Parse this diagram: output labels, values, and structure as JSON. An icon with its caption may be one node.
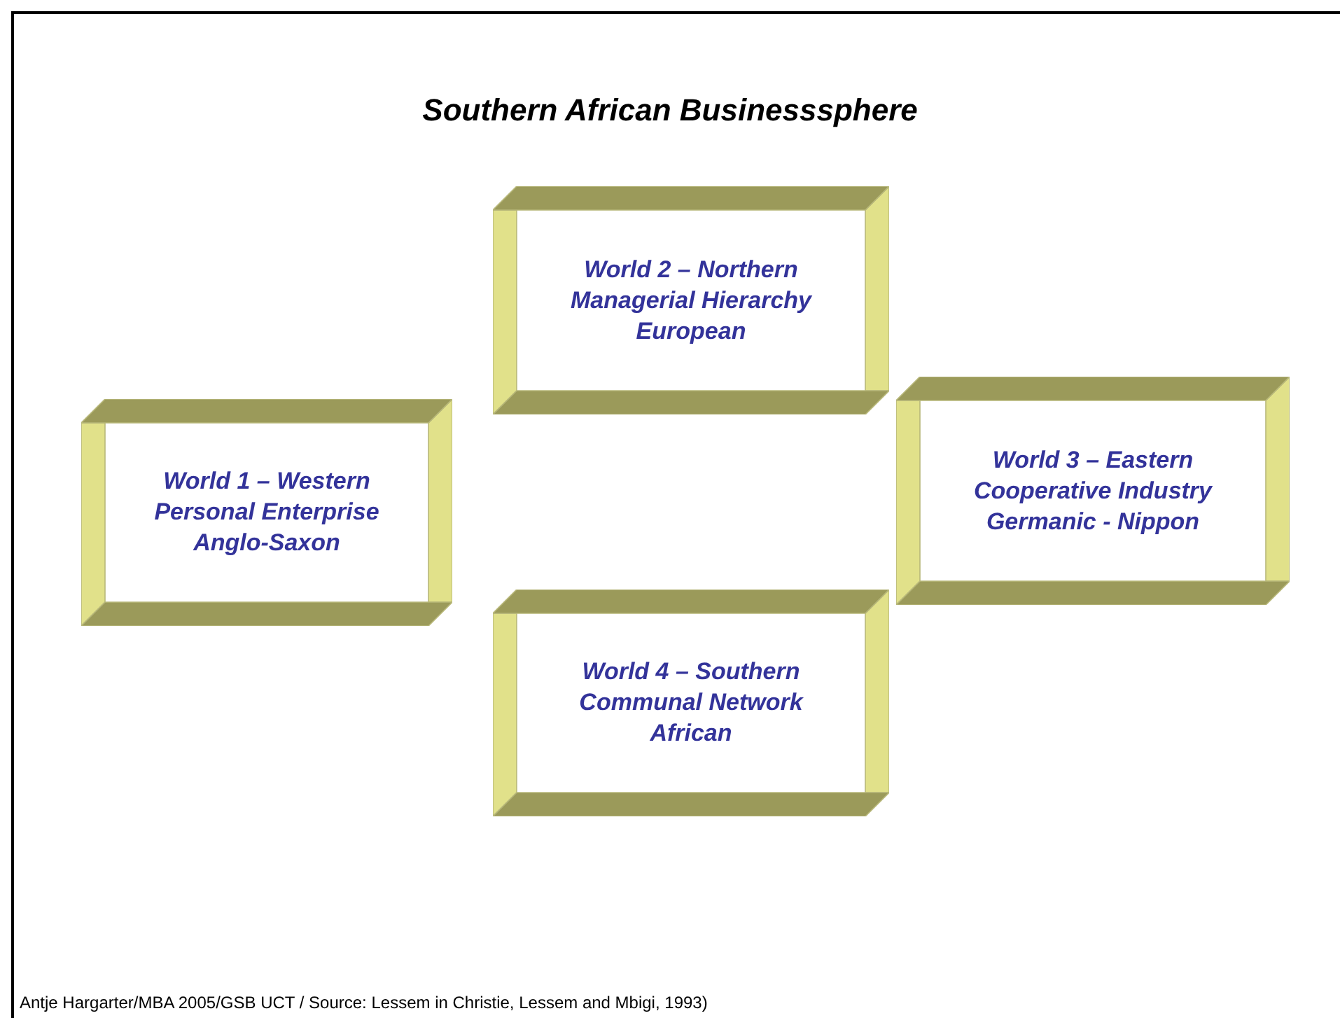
{
  "diagram": {
    "title": "Southern African Businesssphere",
    "caption": "Antje Hargarter/MBA 2005/GSB UCT / Source: Lessem in Christie, Lessem and Mbigi, 1993)",
    "nodes": [
      {
        "text": [
          "World 2 – Northern",
          "Managerial Hierarchy",
          "European"
        ]
      },
      {
        "text": [
          "World 1 – Western",
          "Personal Enterprise",
          "Anglo-Saxon"
        ]
      },
      {
        "text": [
          "World 3 – Eastern",
          "Cooperative Industry",
          "Germanic - Nippon"
        ]
      },
      {
        "text": [
          "World 4 – Southern",
          "Communal Network",
          "African"
        ]
      }
    ],
    "edges": []
  }
}
